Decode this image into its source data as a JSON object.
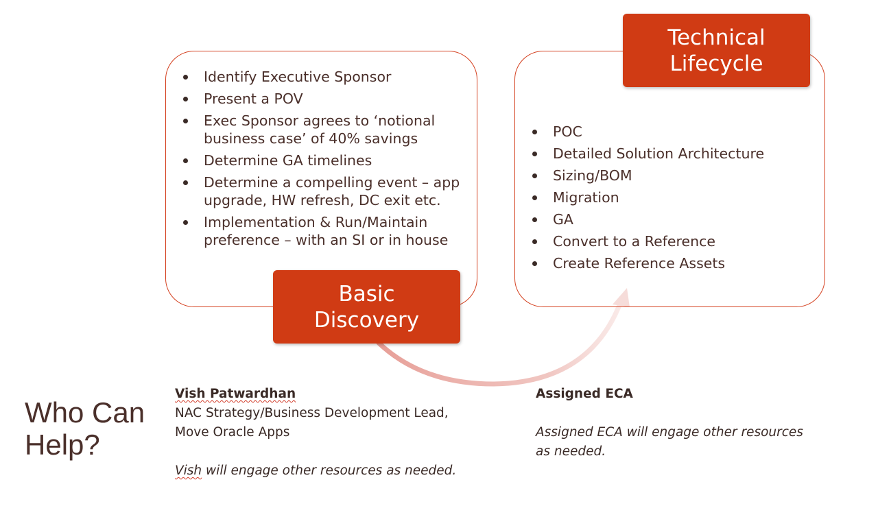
{
  "basic_discovery": {
    "label_line1": "Basic",
    "label_line2": "Discovery",
    "items": [
      "Identify Executive Sponsor",
      "Present a POV",
      "Exec Sponsor agrees to ‘notional business case’ of 40% savings",
      "Determine GA timelines",
      "Determine a compelling event – app upgrade, HW refresh, DC exit etc.",
      "Implementation & Run/Maintain preference – with an SI or in house"
    ]
  },
  "technical_lifecycle": {
    "label_line1": "Technical",
    "label_line2": "Lifecycle",
    "items": [
      "POC",
      "Detailed Solution Architecture",
      "Sizing/BOM",
      "Migration",
      "GA",
      "Convert to a Reference",
      "Create Reference Assets"
    ]
  },
  "who_can_help": {
    "heading_line1": "Who Can",
    "heading_line2": "Help?",
    "vish": {
      "name": "Vish Patwardhan",
      "role_line1": "NAC Strategy/Business Development Lead,",
      "role_line2": "Move Oracle Apps",
      "note_name": "Vish",
      "note_rest": " will engage other resources as needed."
    },
    "eca": {
      "name": "Assigned ECA",
      "note_line1": "Assigned ECA will engage other resources",
      "note_line2": "as needed."
    }
  },
  "colors": {
    "accent": "#d03b14",
    "box_border": "#d4401f",
    "arrow": "#e8a8a0"
  }
}
